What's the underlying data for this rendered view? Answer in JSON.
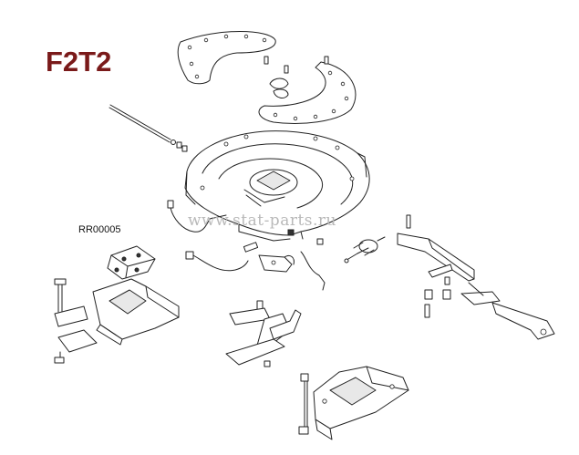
{
  "diagram": {
    "model_code": "F2T2",
    "part_callout": "RR00005",
    "watermark": "www.stat-parts.ru"
  },
  "colors": {
    "model_code": "#7a1a1a",
    "lines": "#222222",
    "watermark": "#b9b9b9"
  }
}
